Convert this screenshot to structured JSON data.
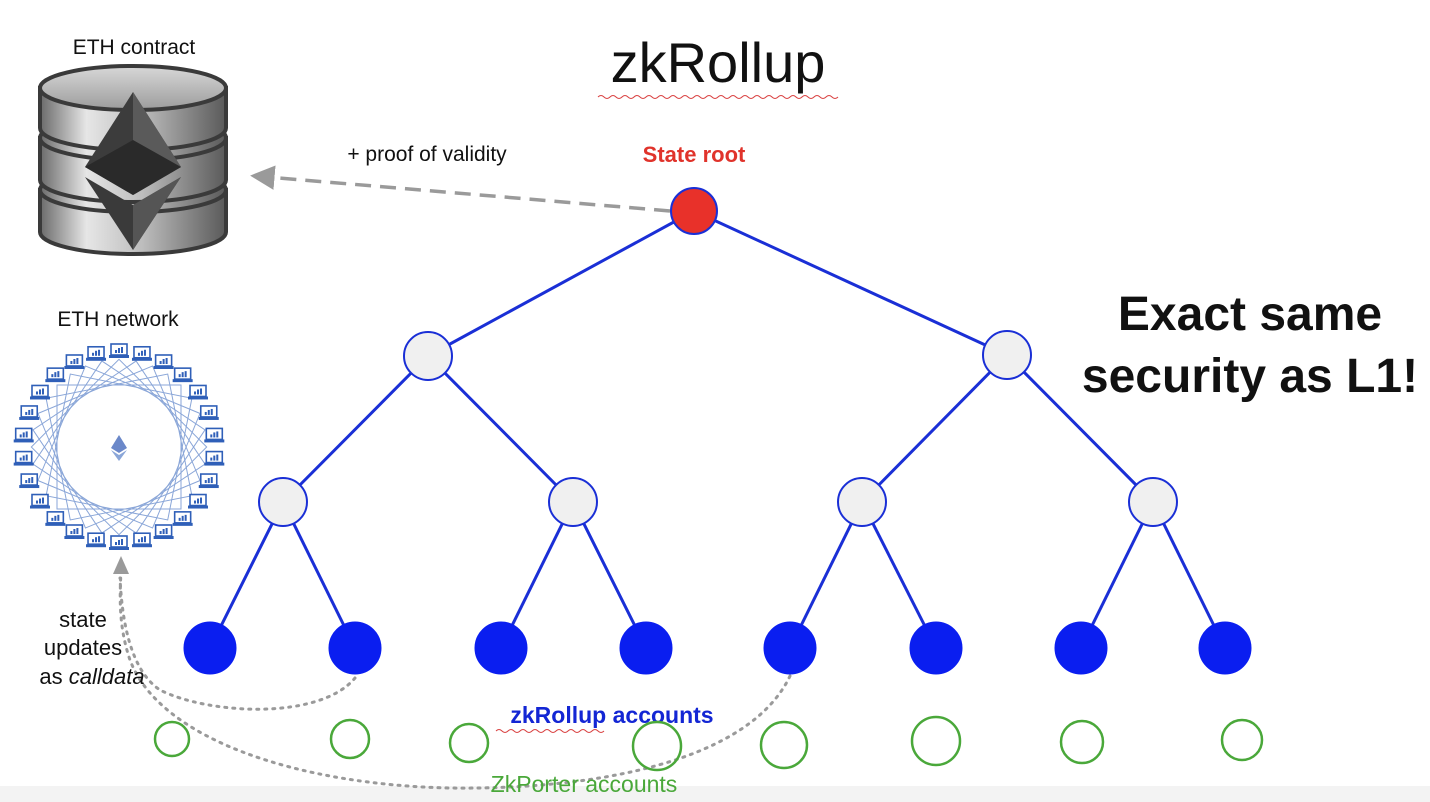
{
  "title": "zkRollup",
  "contract_label": "ETH contract",
  "network_label": "ETH network",
  "proof_label": "+ proof of validity",
  "state_root_label": "State root",
  "headline_line1": "Exact same",
  "headline_line2": "security as L1!",
  "state_updates_line1": "state",
  "state_updates_line2": "updates",
  "state_updates_as": "as ",
  "state_updates_calldata": "calldata",
  "zkrollup_accounts_label": "zkRollup accounts",
  "zkporter_accounts_label": "ZkPorter accounts",
  "colors": {
    "tree_edge": "#1a2fd6",
    "root_fill": "#e8312a",
    "inner_fill": "#f0f0f0",
    "leaf_fill": "#0a1ef0",
    "zkporter": "#4aa83a",
    "state_root_text": "#e0332b",
    "zkrollup_text": "#1326d4",
    "dashed_arrow": "#9a9a9a"
  }
}
